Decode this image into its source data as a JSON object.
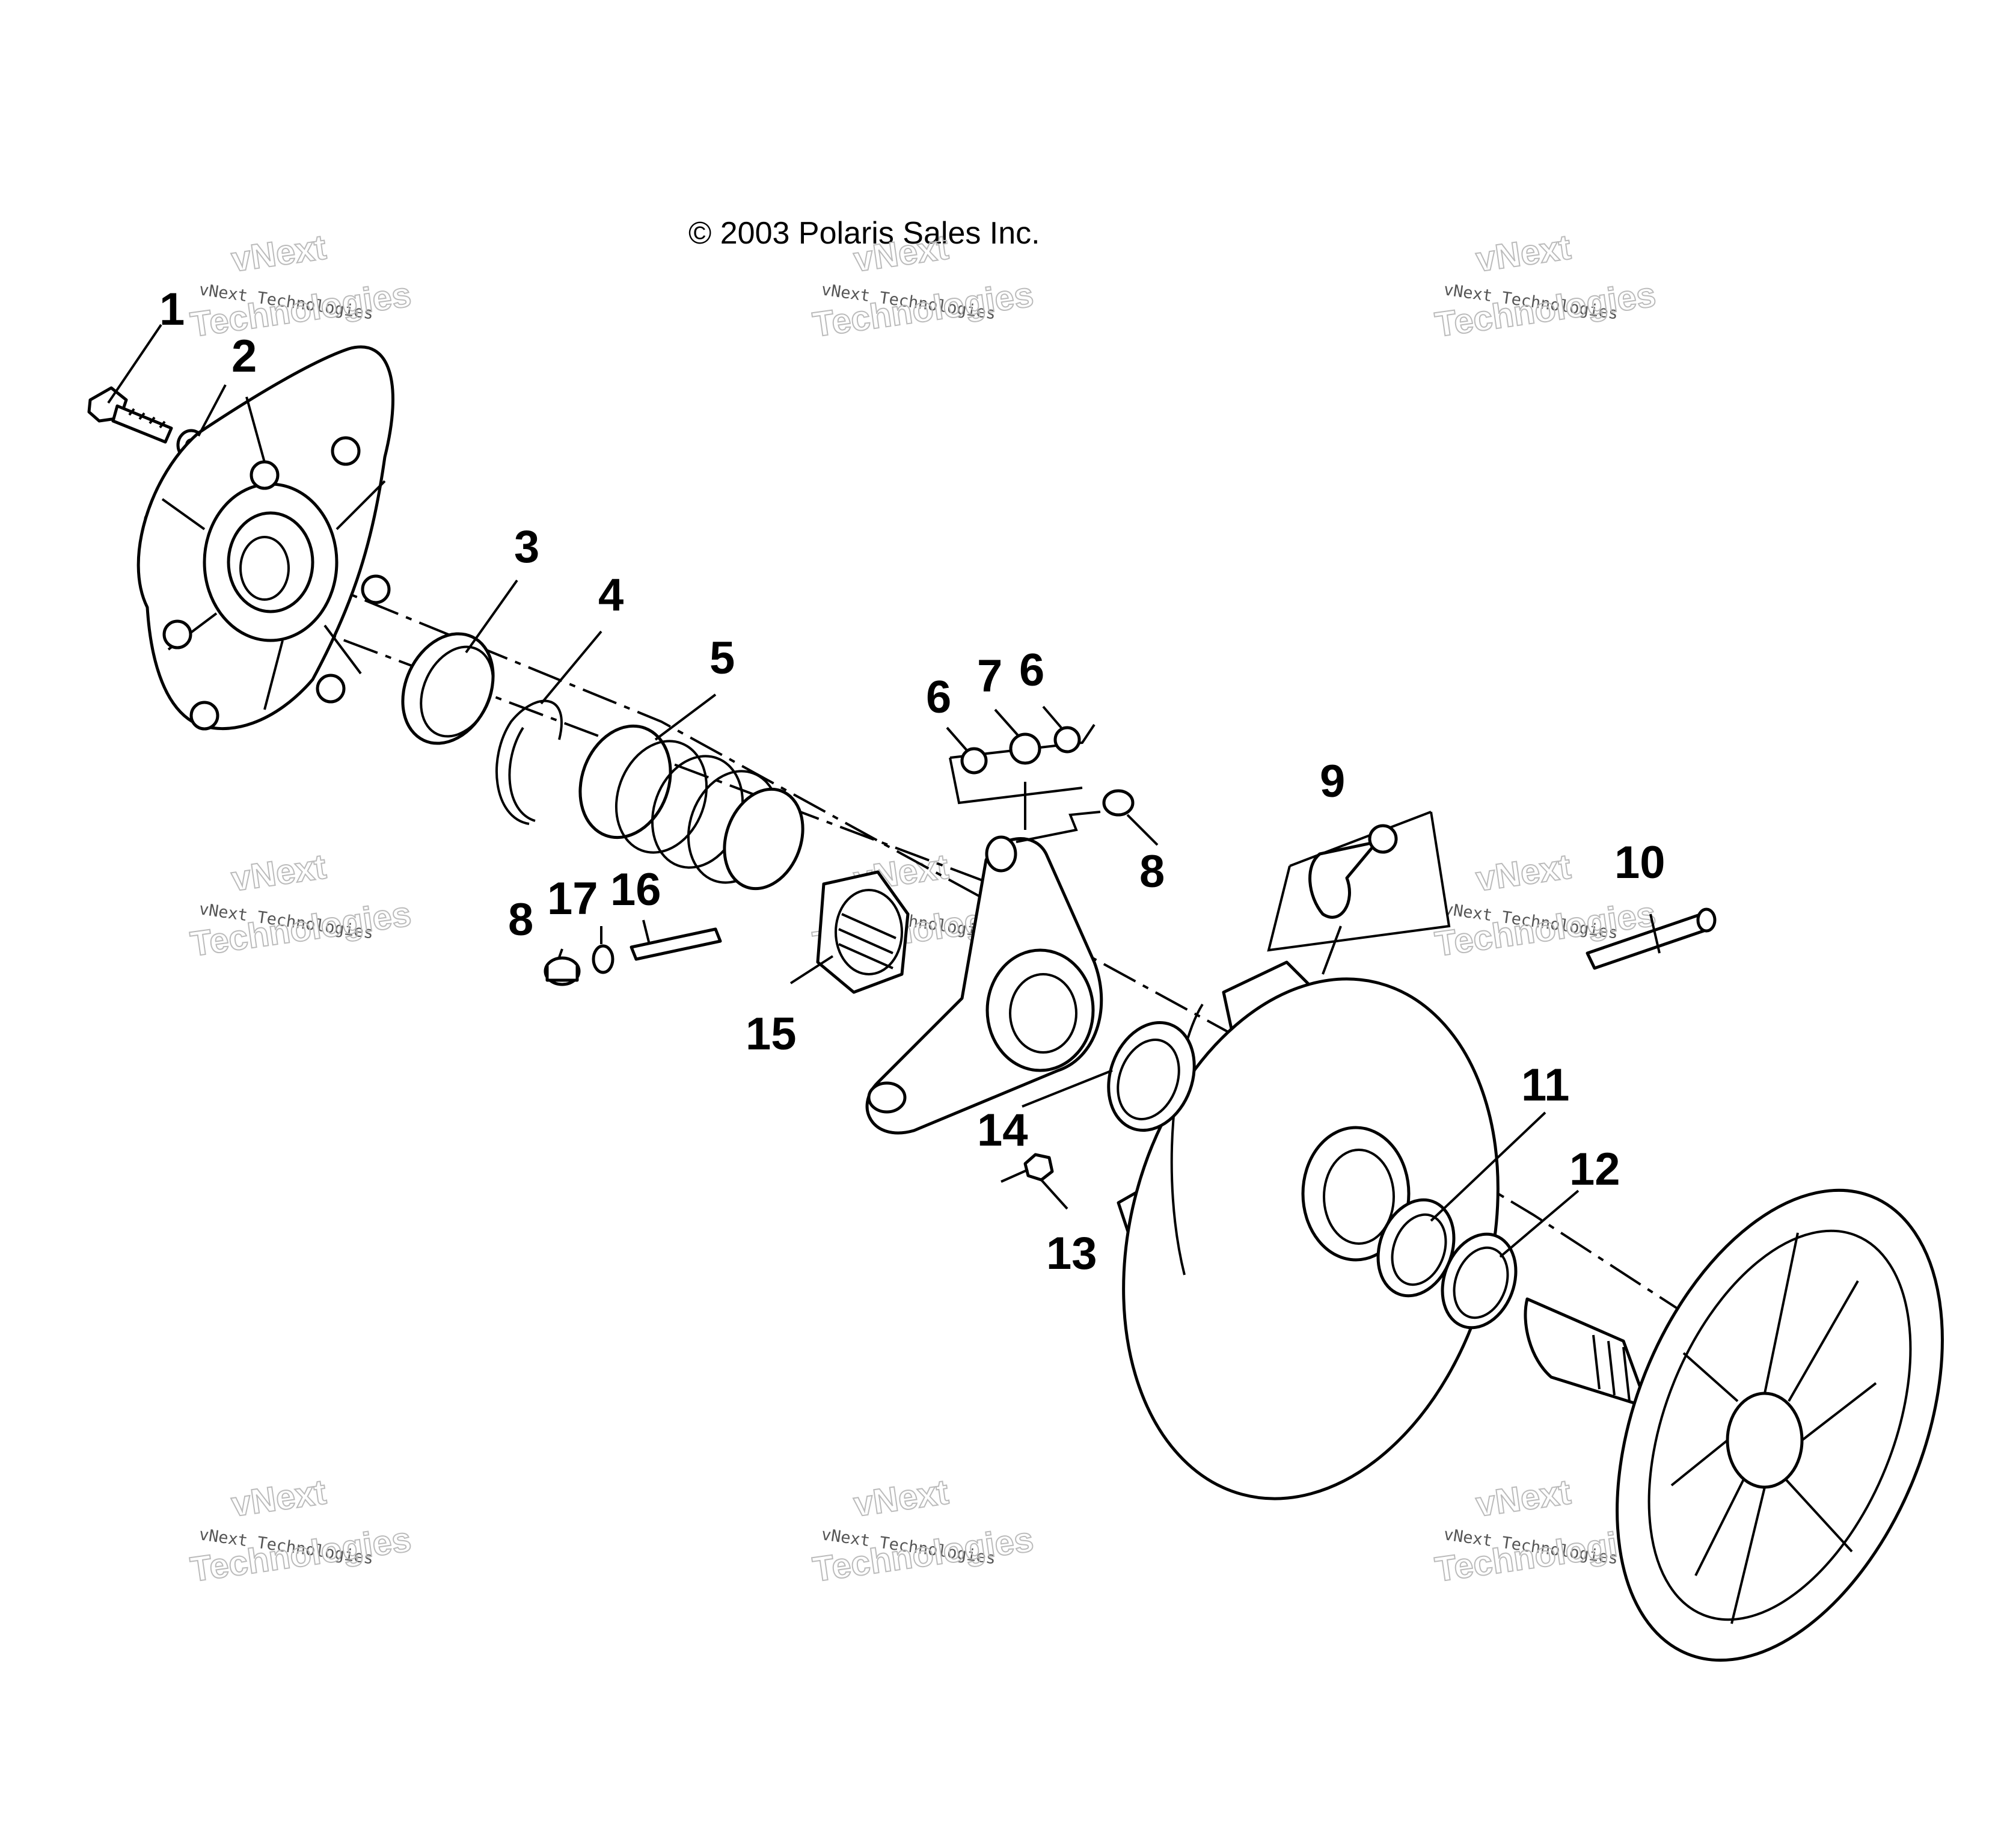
{
  "copyright": "© 2003 Polaris Sales Inc.",
  "watermark": {
    "line1": "vNext Technologies",
    "line2": "vNext",
    "line3": "Technologies"
  },
  "callouts": [
    {
      "id": "c1",
      "label": "1"
    },
    {
      "id": "c2",
      "label": "2"
    },
    {
      "id": "c3",
      "label": "3"
    },
    {
      "id": "c4",
      "label": "4"
    },
    {
      "id": "c5",
      "label": "5"
    },
    {
      "id": "c6a",
      "label": "6"
    },
    {
      "id": "c7",
      "label": "7"
    },
    {
      "id": "c6b",
      "label": "6"
    },
    {
      "id": "c8a",
      "label": "8"
    },
    {
      "id": "c9",
      "label": "9"
    },
    {
      "id": "c10",
      "label": "10"
    },
    {
      "id": "c8b",
      "label": "8"
    },
    {
      "id": "c17",
      "label": "17"
    },
    {
      "id": "c16",
      "label": "16"
    },
    {
      "id": "c15",
      "label": "15"
    },
    {
      "id": "c14",
      "label": "14"
    },
    {
      "id": "c11",
      "label": "11"
    },
    {
      "id": "c12",
      "label": "12"
    },
    {
      "id": "c13",
      "label": "13"
    }
  ]
}
